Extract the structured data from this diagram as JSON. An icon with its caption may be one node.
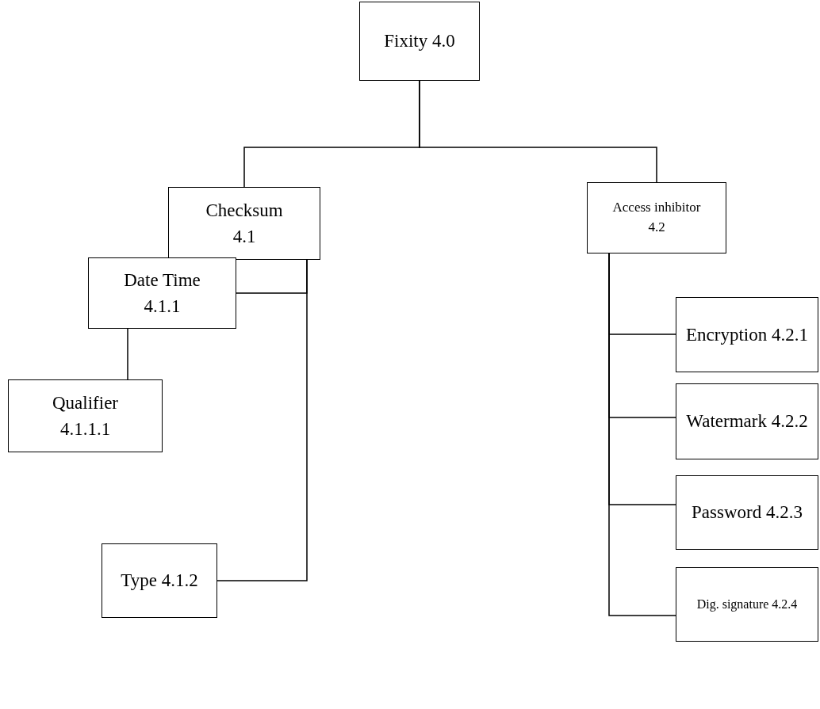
{
  "diagram": {
    "nodes": [
      {
        "text": [
          "Fixity 4.0"
        ]
      },
      {
        "text": [
          "Checksum 4.1"
        ]
      },
      {
        "text": [
          "Access inhibitor 4.2"
        ]
      },
      {
        "text": [
          "Date Time 4.1.1"
        ]
      },
      {
        "text": [
          "Qualifier 4.1.1.1"
        ]
      },
      {
        "text": [
          "Type 4.1.2"
        ]
      },
      {
        "text": [
          "Encryption 4.2.1"
        ]
      },
      {
        "text": [
          "Watermark 4.2.2"
        ]
      },
      {
        "text": [
          "Password 4.2.3"
        ]
      },
      {
        "text": [
          "Dig. signature 4.2.4"
        ]
      }
    ],
    "edges": [
      {
        "from": 0,
        "to": 1,
        "arrow": "none"
      },
      {
        "from": 0,
        "to": 2,
        "arrow": "none"
      },
      {
        "from": 1,
        "to": 3,
        "arrow": "none"
      },
      {
        "from": 3,
        "to": 4,
        "arrow": "none"
      },
      {
        "from": 1,
        "to": 5,
        "arrow": "none"
      },
      {
        "from": 2,
        "to": 6,
        "arrow": "none"
      },
      {
        "from": 2,
        "to": 7,
        "arrow": "none"
      },
      {
        "from": 2,
        "to": 8,
        "arrow": "none"
      },
      {
        "from": 2,
        "to": 9,
        "arrow": "none"
      }
    ]
  }
}
